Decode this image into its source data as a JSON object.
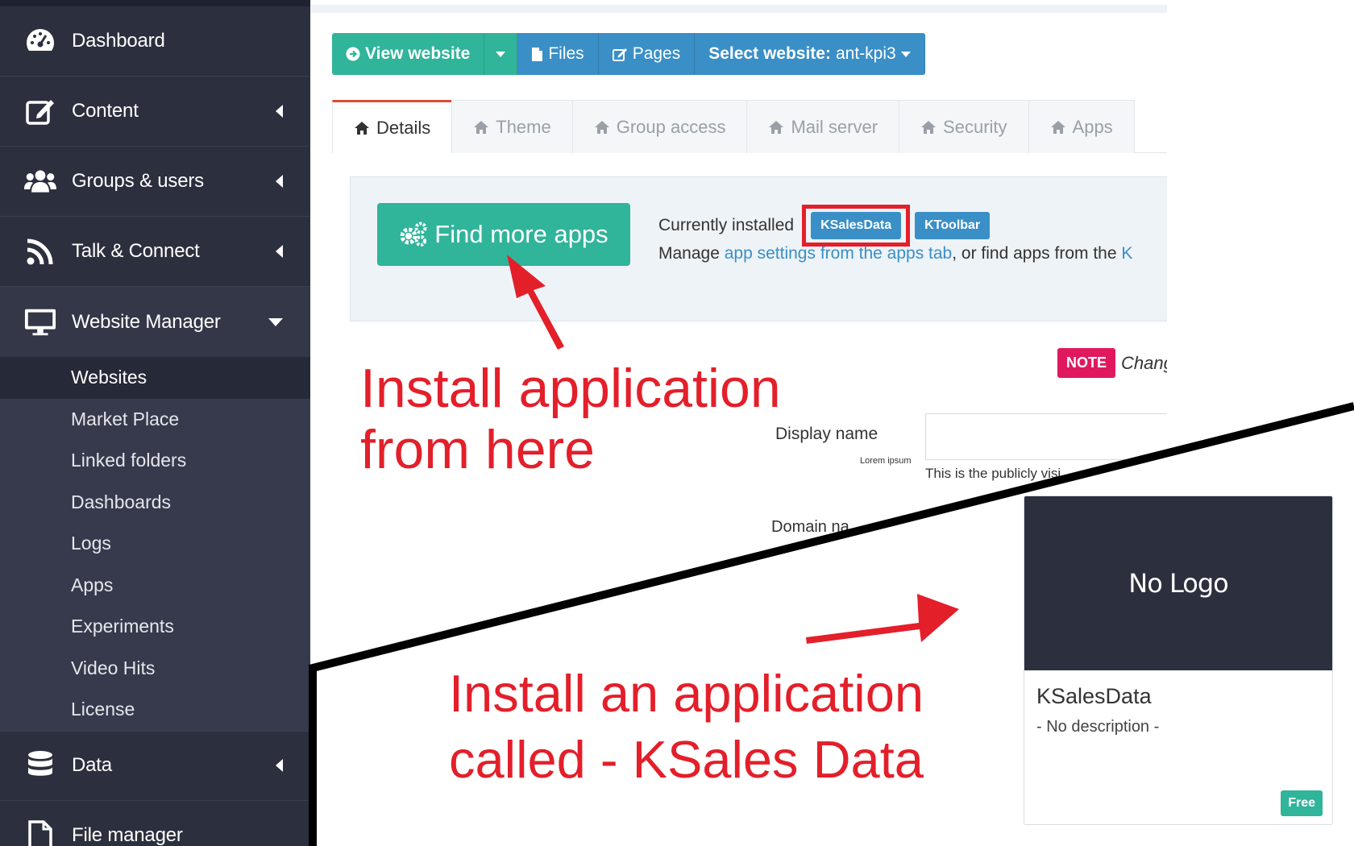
{
  "sidebar": {
    "items": [
      {
        "label": "Dashboard"
      },
      {
        "label": "Content"
      },
      {
        "label": "Groups & users"
      },
      {
        "label": "Talk & Connect"
      },
      {
        "label": "Website Manager"
      },
      {
        "label": "Data"
      },
      {
        "label": "File manager"
      }
    ],
    "submenu": [
      {
        "label": "Websites"
      },
      {
        "label": "Market Place"
      },
      {
        "label": "Linked folders"
      },
      {
        "label": "Dashboards"
      },
      {
        "label": "Logs"
      },
      {
        "label": "Apps"
      },
      {
        "label": "Experiments"
      },
      {
        "label": "Video Hits"
      },
      {
        "label": "License"
      }
    ]
  },
  "toolbar": {
    "view_website": "View website",
    "files": "Files",
    "pages": "Pages",
    "select_website_label": "Select website:",
    "select_website_value": "ant-kpi3"
  },
  "tabs": [
    {
      "label": "Details"
    },
    {
      "label": "Theme"
    },
    {
      "label": "Group access"
    },
    {
      "label": "Mail server"
    },
    {
      "label": "Security"
    },
    {
      "label": "Apps"
    }
  ],
  "apps_panel": {
    "find_more_label": "Find more apps",
    "installed_label": "Currently installed",
    "installed": [
      "KSalesData",
      "KToolbar"
    ],
    "manage_prefix": "Manage ",
    "manage_link": "app settings from the apps tab",
    "manage_suffix": ", or find apps from the ",
    "manage_link2": "K"
  },
  "note": {
    "badge": "NOTE",
    "text": "Chang"
  },
  "form": {
    "display_name_label": "Display name",
    "display_name_value": "",
    "lorem": "Lorem ipsum",
    "display_help": "This is the publicly visi",
    "domain_label": "Domain na"
  },
  "annotations": {
    "first_line1": "Install application",
    "first_line2": "from here",
    "second_line1": "Install an application",
    "second_line2": "called - KSales Data"
  },
  "app_card": {
    "logo_text": "No Logo",
    "name": "KSalesData",
    "description": "- No description -",
    "price_badge": "Free"
  },
  "colors": {
    "sidebar_bg": "#2c2f3d",
    "green": "#30b49a",
    "blue": "#3a8fc7",
    "annotation_red": "#e31f2a",
    "note_pink": "#e0195f"
  }
}
